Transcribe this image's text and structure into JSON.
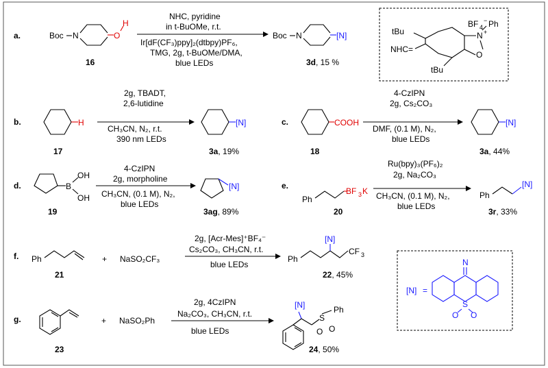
{
  "labels": {
    "a": "a.",
    "b": "b.",
    "c": "c.",
    "d": "d.",
    "e": "e.",
    "f": "f.",
    "g": "g."
  },
  "N": "[N]",
  "atoms": {
    "boc": "Boc",
    "n": "N",
    "o": "O",
    "h": "H",
    "bf4": "BF",
    "sub4": "4",
    "supminus": "−",
    "ph": "Ph",
    "plus": "+",
    "tbu": "tBu",
    "nhc_eq": "NHC=",
    "cooh": "COOH",
    "b": "B",
    "oh": "OH",
    "bf3k": "BF",
    "sub3": "3",
    "k": "K",
    "cf3": "CF",
    "s": "S",
    "eq": "="
  },
  "reagents": {
    "nasocf3": "NaSO₂CF₃",
    "nasoph": "NaSO₂Ph"
  },
  "conditions": {
    "a1": "NHC, pyridine",
    "a2": "in t-BuOMe, r.t.",
    "a3": "Ir[dF(CF₃)ppy]₂(dtbpy)PF₆,",
    "a4": "TMG, 2g, t-BuOMe/DMA,",
    "a5": "blue LEDs",
    "b1": "2g, TBADT,",
    "b2": "2,6-lutidine",
    "b3": "CH₃CN, N₂, r.t.",
    "b4": "390 nm LEDs",
    "c1": "4-CzIPN",
    "c2": "2g, Cs₂CO₃",
    "c3": "DMF, (0.1 M), N₂,",
    "c4": "blue LEDs",
    "d1": "4-CzIPN",
    "d2": "2g, morpholine",
    "d3": "CH₃CN, (0.1 M), N₂,",
    "d4": "blue LEDs",
    "e1": "Ru(bpy)₃(PF₆)₂",
    "e2": "2g, Na₂CO₃",
    "e3": "CH₃CN, (0.1 M), N₂,",
    "e4": "blue LEDs",
    "f1": "2g, [Acr-Mes]⁺BF₄⁻",
    "f2": "Cs₂CO₃, CH₃CN, r.t.",
    "f3": "blue LEDs",
    "g1": "2g, 4CzIPN",
    "g2": "Na₂CO₃, CH₃CN, r.t.",
    "g3": "blue LEDs"
  },
  "compounds": {
    "c16": "16",
    "c3d": "3d",
    "c3d_yield": ", 15 %",
    "c17": "17",
    "c3a_b": "3a",
    "c3a_b_yield": ", 19%",
    "c18": "18",
    "c3a_c": "3a",
    "c3a_c_yield": ", 44%",
    "c19": "19",
    "c3ag": "3ag",
    "c3ag_yield": ", 89%",
    "c20": "20",
    "c3r": "3r",
    "c3r_yield": ", 33%",
    "c21": "21",
    "c22": "22",
    "c22_yield": ", 45%",
    "c23": "23",
    "c24": "24",
    "c24_yield": ", 50%"
  },
  "colors": {
    "blue": "#1a1aff",
    "red": "#e00000"
  }
}
